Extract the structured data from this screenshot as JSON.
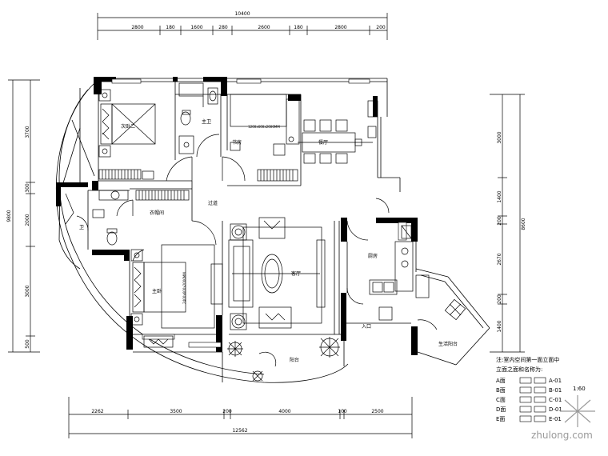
{
  "dimensions": {
    "top_total": "10400",
    "top_segments": [
      "2800",
      "180",
      "1600",
      "280",
      "2600",
      "180",
      "2800",
      "200"
    ],
    "bottom_total": "12562",
    "bottom_segments": [
      "2262",
      "3500",
      "200",
      "4000",
      "100",
      "2500"
    ],
    "left_total": "9800",
    "left_segments": [
      "3700",
      "300",
      "2000",
      "3000",
      "500"
    ],
    "right_total": "8600",
    "right_segments": [
      "3000",
      "1400",
      "200",
      "2670",
      "200",
      "1400"
    ]
  },
  "rooms": {
    "bedroom2_label": "次卧二",
    "bathroom1_label": "主卫",
    "study_label": "书房",
    "wardrobe_label": "衣帽间",
    "dining_label": "餐厅",
    "hall_label": "过道",
    "living_label": "客厅",
    "kitchen_label": "厨房",
    "master_label": "主卧",
    "balcony_label": "阳台",
    "service_balcony_label": "生活阳台",
    "bathroom2_label": "卫",
    "entry_label": "入口",
    "study_desk_note": "1200x600x2000MM",
    "master_wardrobe_note": "2400x600x2000MM"
  },
  "legend": {
    "title": "注:室内空间第一面立面中",
    "subtitle": "立面之面和名称为:",
    "rows": [
      {
        "label": "A面",
        "code": "A-01"
      },
      {
        "label": "B面",
        "code": "B-01"
      },
      {
        "label": "C面",
        "code": "C-01"
      },
      {
        "label": "D面",
        "code": "D-01"
      },
      {
        "label": "E面",
        "code": "E-01"
      }
    ],
    "scale": "1:60"
  },
  "watermark": "zhulong.com",
  "colors": {
    "line": "#000000",
    "wall": "#000000",
    "watermark": "#9a9a9a"
  }
}
